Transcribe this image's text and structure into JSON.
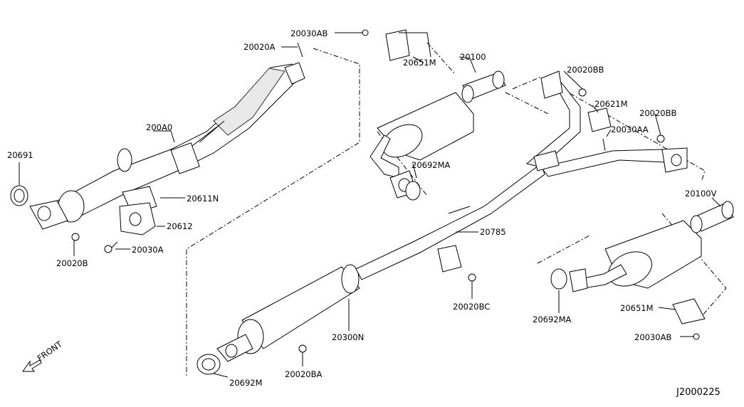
{
  "diagram_id": "J2000225",
  "front_label": "FRONT",
  "callouts": {
    "p20020A": "20020A",
    "p20030AB_top": "20030AB",
    "p20651M_top": "20651M",
    "p20100": "20100",
    "p20020BB_1": "20020BB",
    "p20621M": "20621M",
    "p20020BB_2": "20020BB",
    "p20030AA": "20030AA",
    "p200A0": "200A0",
    "p20691": "20691",
    "p20611N": "20611N",
    "p20612": "20612",
    "p20030A": "20030A",
    "p20020B": "20020B",
    "p20692MA_top": "20692MA",
    "p20100V": "20100V",
    "p20785": "20785",
    "p20020BC": "20020BC",
    "p20692MA_bot": "20692MA",
    "p20651M_bot": "20651M",
    "p20030AB_bot": "20030AB",
    "p20300N": "20300N",
    "p20020BA": "20020BA",
    "p20692M": "20692M"
  }
}
